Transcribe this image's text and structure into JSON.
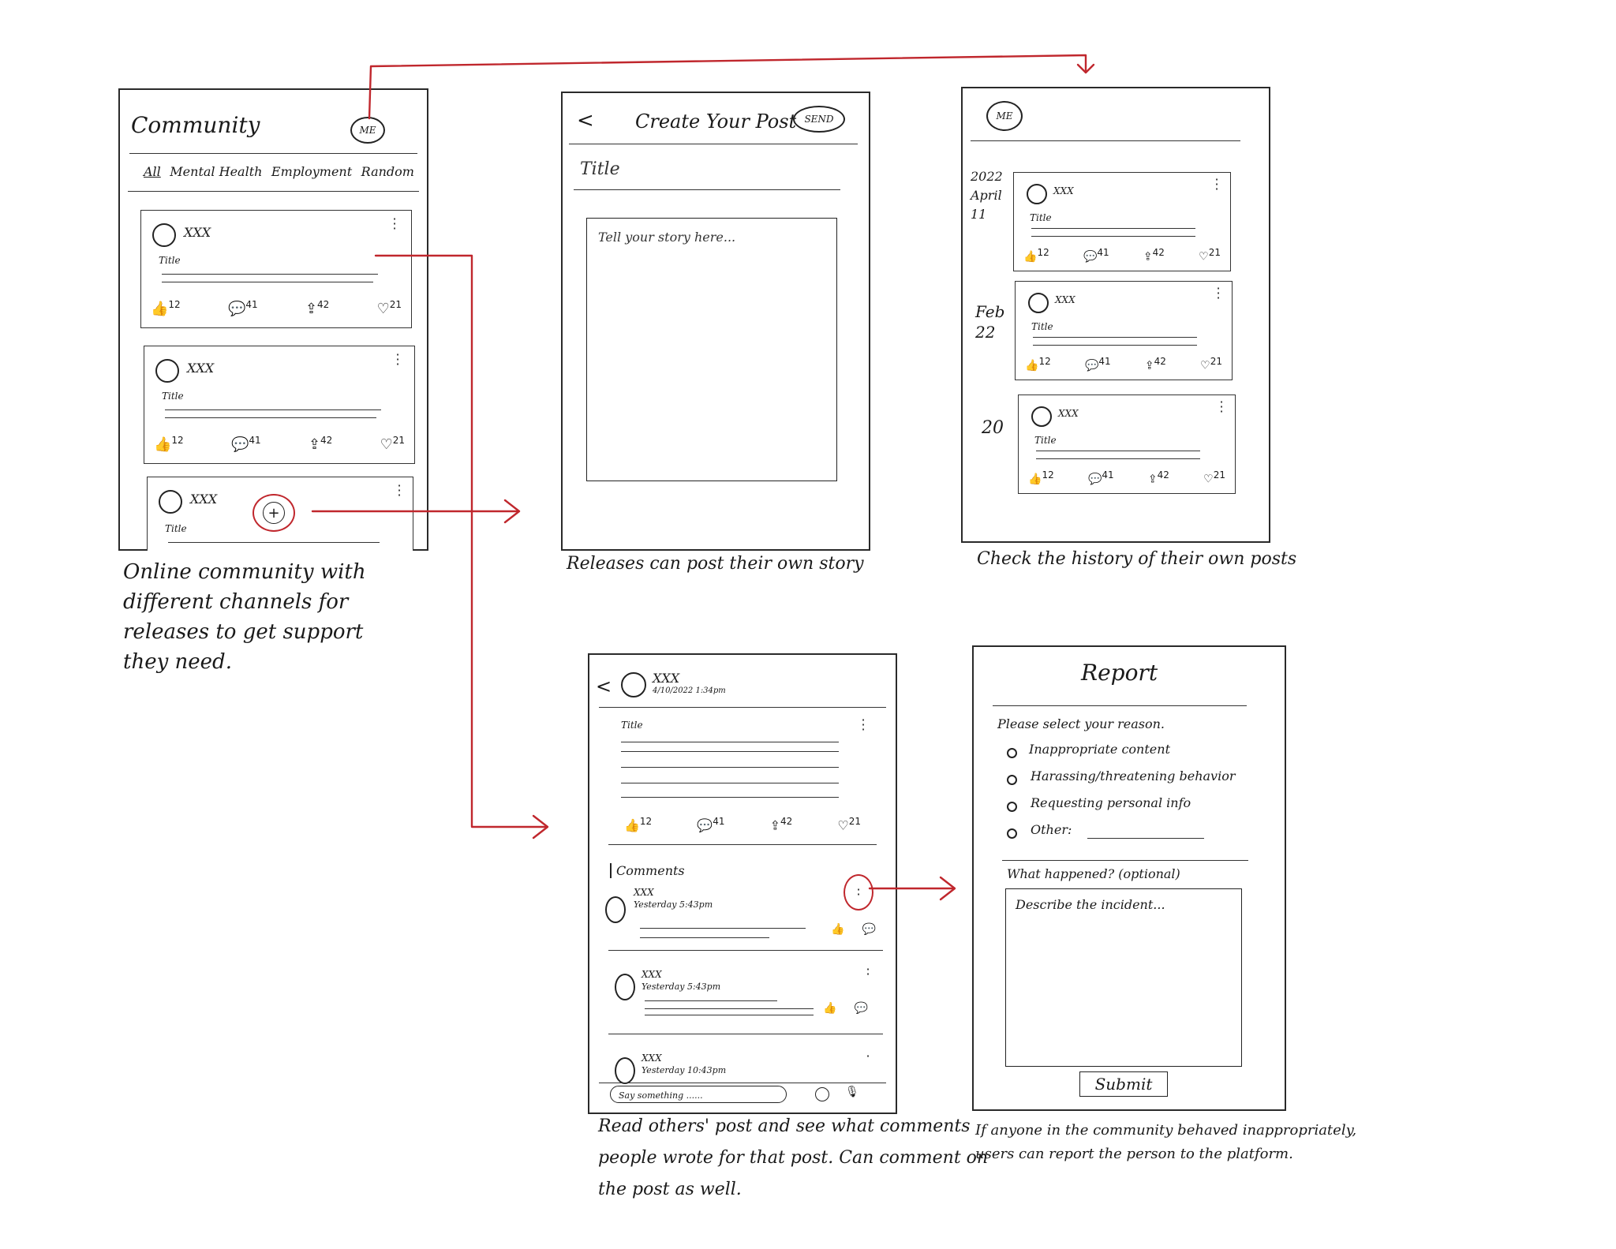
{
  "screen1": {
    "title": "Community",
    "me_label": "ME",
    "tabs": [
      "All",
      "Mental Health",
      "Employment",
      "Random"
    ],
    "posts": [
      {
        "user": "XXX",
        "title": "Title",
        "likes": "12",
        "comments": "41",
        "shares": "42",
        "hearts": "21"
      },
      {
        "user": "XXX",
        "title": "Title",
        "likes": "12",
        "comments": "41",
        "shares": "42",
        "hearts": "21"
      },
      {
        "user": "XXX",
        "title": "Title"
      }
    ],
    "add_symbol": "+",
    "caption": [
      "Online community with",
      "different channels for",
      "releases to get support",
      "they need."
    ]
  },
  "screen2": {
    "back": "<",
    "title": "Create Your Post",
    "send_label": "SEND",
    "title_placeholder": "Title",
    "body_placeholder": "Tell your story here...",
    "caption": "Releases can post their own story"
  },
  "screen3": {
    "me_label": "ME",
    "groups": [
      {
        "date": [
          "2022",
          "April",
          "11"
        ],
        "user": "XXX",
        "title": "Title",
        "likes": "12",
        "comments": "41",
        "shares": "42",
        "hearts": "21"
      },
      {
        "date": [
          "Feb",
          "22"
        ],
        "user": "XXX",
        "title": "Title",
        "likes": "12",
        "comments": "41",
        "shares": "42",
        "hearts": "21"
      },
      {
        "date": [
          "20"
        ],
        "user": "XXX",
        "title": "Title",
        "likes": "12",
        "comments": "41",
        "shares": "42",
        "hearts": "21"
      }
    ],
    "caption": "Check the history of their own posts"
  },
  "screen4": {
    "back": "<",
    "user": "XXX",
    "timestamp": "4/10/2022 1:34pm",
    "title": "Title",
    "likes": "12",
    "comment_count": "41",
    "shares": "42",
    "hearts": "21",
    "comments_label": "Comments",
    "comments": [
      {
        "user": "XXX",
        "time": "Yesterday 5:43pm"
      },
      {
        "user": "XXX",
        "time": "Yesterday 5:43pm"
      },
      {
        "user": "XXX",
        "time": "Yesterday 10:43pm"
      }
    ],
    "input_placeholder": "Say something ......",
    "caption": [
      "Read others' post and see what comments",
      "people wrote for that post. Can comment on",
      "the post as well."
    ]
  },
  "screen5": {
    "title": "Report",
    "prompt": "Please select your reason.",
    "options": [
      "Inappropriate content",
      "Harassing/threatening behavior",
      "Requesting personal info",
      "Other:"
    ],
    "optional_label": "What happened? (optional)",
    "textarea_placeholder": "Describe the incident...",
    "submit_label": "Submit",
    "caption": [
      "If anyone in the community behaved inappropriately,",
      "users can report the person to the platform."
    ]
  },
  "icons": {
    "like": "thumbs-up-icon",
    "comment": "speech-bubble-icon",
    "share": "share-icon",
    "heart": "heart-icon"
  },
  "colors": {
    "ink": "#1a1a1a",
    "flow_arrow": "#c0272d"
  }
}
